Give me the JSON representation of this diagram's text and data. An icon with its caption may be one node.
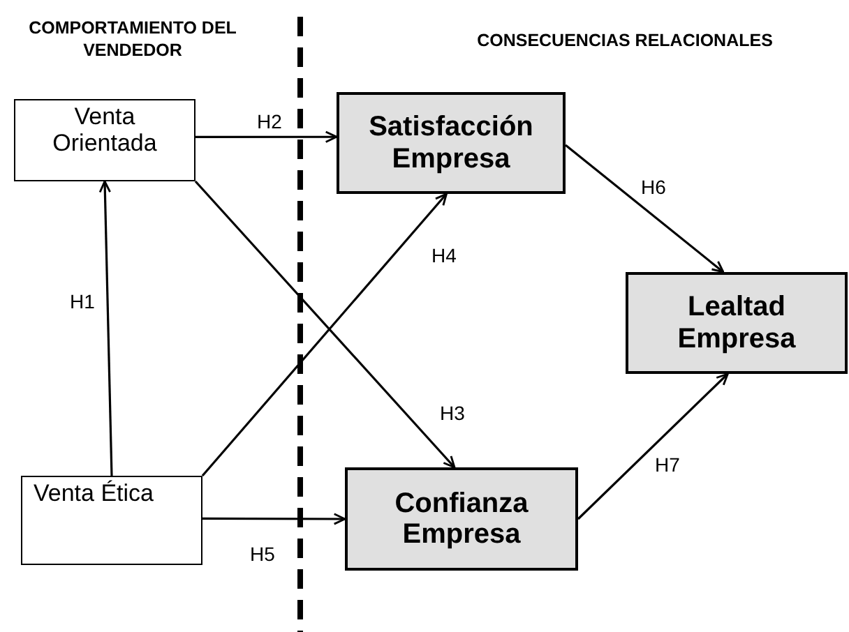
{
  "diagram": {
    "nodes": [
      {
        "text": [
          "Venta Orientada"
        ]
      },
      {
        "text": [
          "Satisfacción Empresa"
        ]
      },
      {
        "text": [
          "Lealtad Empresa"
        ]
      },
      {
        "text": [
          "Venta Ética"
        ]
      },
      {
        "text": [
          "Confianza Empresa"
        ]
      }
    ],
    "edges": [
      {
        "from": 3,
        "to": 0,
        "arrow": "to",
        "label": "H1"
      },
      {
        "from": 0,
        "to": 1,
        "arrow": "to",
        "label": "H2"
      },
      {
        "from": 0,
        "to": 4,
        "arrow": "to",
        "label": "H3"
      },
      {
        "from": 3,
        "to": 1,
        "arrow": "to",
        "label": "H4"
      },
      {
        "from": 3,
        "to": 4,
        "arrow": "to",
        "label": "H5"
      },
      {
        "from": 1,
        "to": 2,
        "arrow": "to",
        "label": "H6"
      },
      {
        "from": 4,
        "to": 2,
        "arrow": "to",
        "label": "H7"
      }
    ],
    "labels": [
      "COMPORTAMIENTO DEL VENDEDOR",
      "CONSECUENCIAS RELACIONALES"
    ]
  }
}
